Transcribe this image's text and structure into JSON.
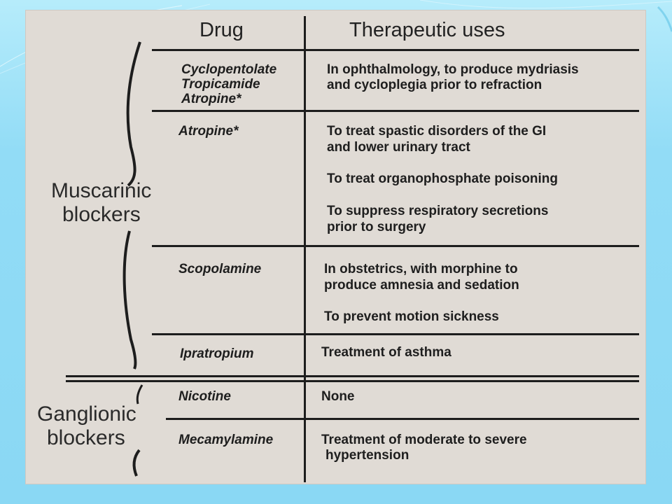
{
  "header": {
    "drug": "Drug",
    "uses": "Therapeutic uses"
  },
  "categories": {
    "muscarinic": [
      "Muscarinic",
      "blockers"
    ],
    "ganglionic": [
      "Ganglionic",
      "blockers"
    ]
  },
  "rows": [
    {
      "drugs": [
        "Cyclopentolate",
        "Tropicamide",
        "Atropine*"
      ],
      "uses": [
        "In ophthalmology, to produce mydriasis",
        "and cycloplegia prior to refraction"
      ]
    },
    {
      "drugs": [
        "Atropine*"
      ],
      "uses": [
        "To treat spastic disorders of the GI",
        "and lower urinary tract",
        "To treat organophosphate poisoning",
        "To suppress respiratory secretions",
        "prior to surgery"
      ]
    },
    {
      "drugs": [
        "Scopolamine"
      ],
      "uses": [
        "In obstetrics, with morphine to",
        "produce amnesia and sedation",
        "To prevent motion sickness"
      ]
    },
    {
      "drugs": [
        "Ipratropium"
      ],
      "uses": [
        "Treatment of asthma"
      ]
    },
    {
      "drugs": [
        "Nicotine"
      ],
      "uses": [
        "None"
      ]
    },
    {
      "drugs": [
        "Mecamylamine"
      ],
      "uses": [
        "Treatment of moderate to severe",
        "hypertension"
      ]
    }
  ]
}
